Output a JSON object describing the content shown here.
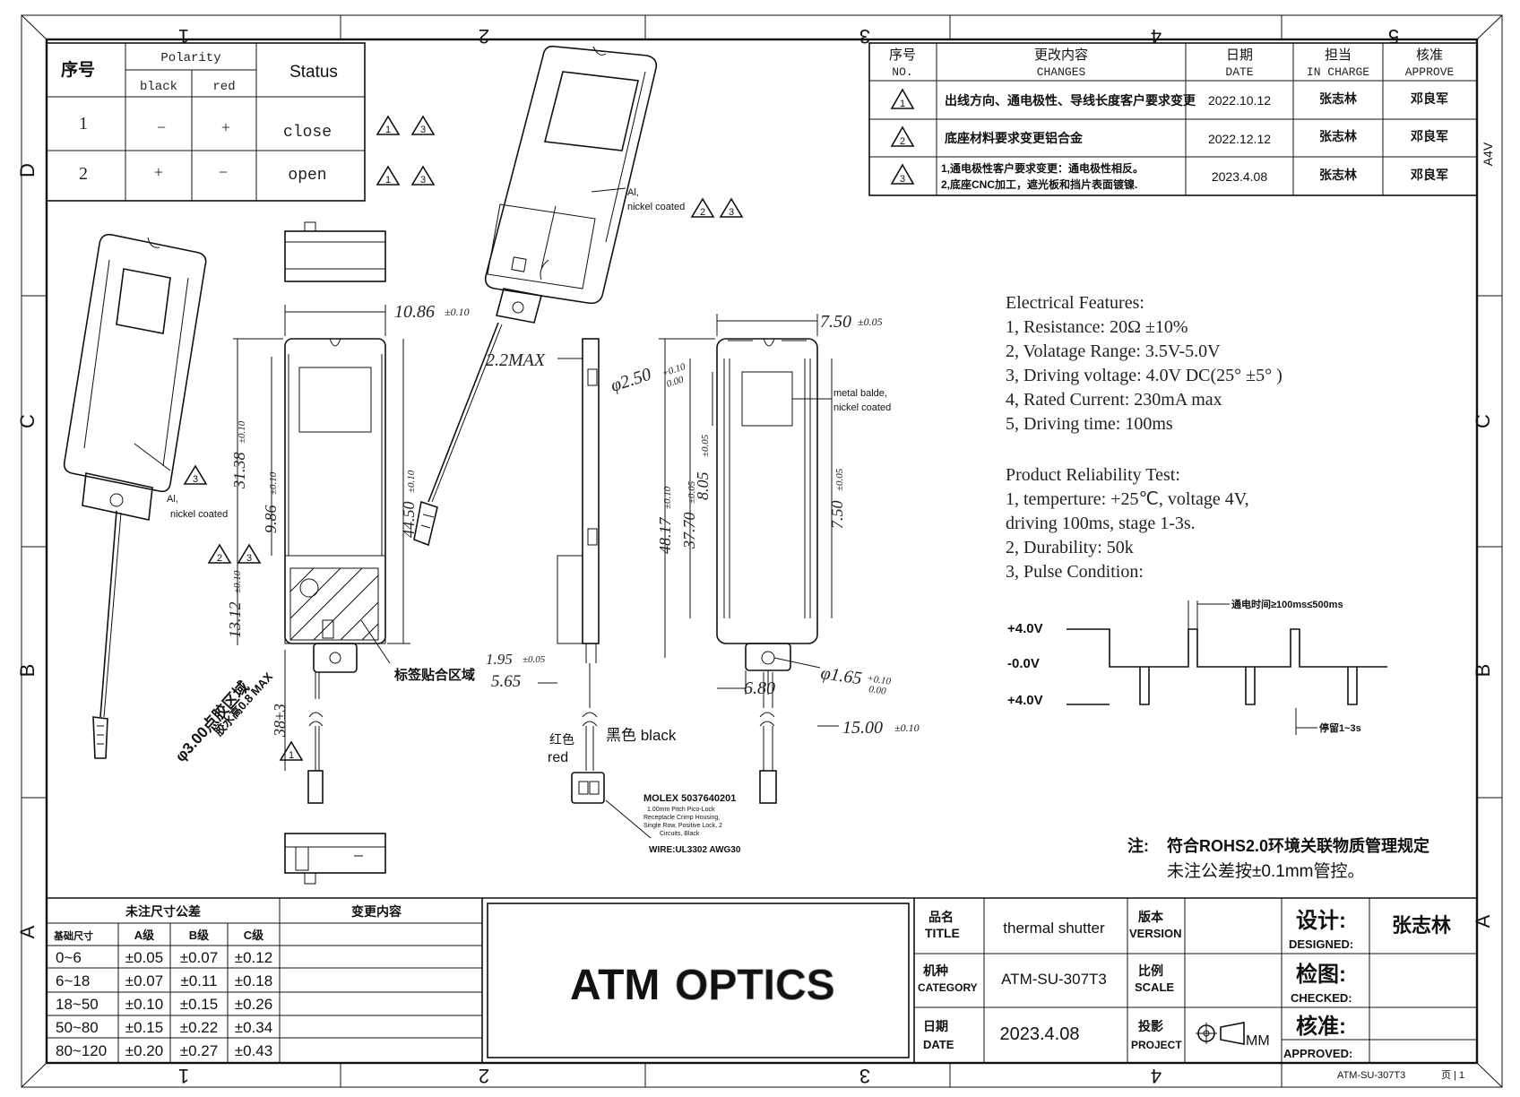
{
  "zones": {
    "top": [
      "1",
      "2",
      "3",
      "4",
      "5"
    ],
    "bottom": [
      "1",
      "2",
      "3",
      "4"
    ],
    "left": [
      "D",
      "C",
      "B",
      "A"
    ],
    "right": [
      "A4V",
      "C",
      "B",
      "A"
    ]
  },
  "polarity_table": {
    "h_no": "序号",
    "h_polarity": "Polarity",
    "h_black": "black",
    "h_red": "red",
    "h_status": "Status",
    "rows": [
      {
        "no": "1",
        "black": "−",
        "red": "+",
        "status": "close"
      },
      {
        "no": "2",
        "black": "+",
        "red": "−",
        "status": "open"
      }
    ]
  },
  "revision_table": {
    "h_no_cn": "序号",
    "h_no_en": "NO.",
    "h_change_cn": "更改内容",
    "h_change_en": "CHANGES",
    "h_date_cn": "日期",
    "h_date_en": "DATE",
    "h_charge_cn": "担当",
    "h_charge_en": "IN CHARGE",
    "h_approve_cn": "核准",
    "h_approve_en": "APPROVE",
    "rows": [
      {
        "no": "1",
        "change": "出线方向、通电极性、导线长度客户要求变更",
        "change2": "",
        "date": "2022.10.12",
        "charge": "张志林",
        "approve": "邓良军"
      },
      {
        "no": "2",
        "change": "底座材料要求变更铝合金",
        "change2": "",
        "date": "2022.12.12",
        "charge": "张志林",
        "approve": "邓良军"
      },
      {
        "no": "3",
        "change": "1,通电极性客户要求变更：通电极性相反。",
        "change2": "2,底座CNC加工，遮光板和挡片表面镀镍.",
        "date": "2023.4.08",
        "charge": "张志林",
        "approve": "邓良军"
      }
    ]
  },
  "annotations": {
    "al_nickel_1": "Al,",
    "al_nickel_2": "nickel coated",
    "metal_1": "metal balde,",
    "metal_2": "nickel coated",
    "label_area": "标签贴合区域",
    "glue_1": "φ3.00点胶区域",
    "glue_2": "胶水高0.8 MAX",
    "red_cn": "红色",
    "red_en": "red",
    "black_label": "黑色 black",
    "molex_1": "MOLEX 5037640201",
    "molex_2": "1.00mm Pitch Pico-Lock",
    "molex_3": "Receptacle Crimp Housing,",
    "molex_4": "Single Row, Positive Lock, 2",
    "molex_5": "Circuits, Black",
    "wire": "WIRE:UL3302 AWG30"
  },
  "dimensions": {
    "d1": "10.86",
    "d1t": "±0.10",
    "d2": "2.2MAX",
    "d3": "φ2.50",
    "d3t1": "+0.10",
    "d3t2": "0.00",
    "d4": "7.50",
    "d4t": "±0.05",
    "d5": "31.38",
    "d5t": "±0.10",
    "d6": "9.86",
    "d6t": "±0.10",
    "d7": "44.50",
    "d7t": "±0.10",
    "d8": "13.12",
    "d8t": "±0.10",
    "d9": "38±3",
    "d10": "1.95",
    "d10t": "±0.05",
    "d11": "5.65",
    "d12": "48.17",
    "d12t": "±0.10",
    "d13": "37.70",
    "d13t": "±0.05",
    "d14": "8.05",
    "d14t": "±0.05",
    "d15": "7.50",
    "d15t": "±0.05",
    "d16": "6.80",
    "d17": "φ1.65",
    "d17t1": "+0.10",
    "d17t2": "0.00",
    "d18": "15.00",
    "d18t": "±0.10"
  },
  "electrical": {
    "title": "Electrical Features:",
    "items": [
      "1, Resistance: 20Ω ±10%",
      "2, Volatage Range: 3.5V-5.0V",
      "3, Driving  voltage: 4.0V DC(25°  ±5°  )",
      "4, Rated Current: 230mA max",
      "5, Driving time: 100ms"
    ]
  },
  "reliability": {
    "title": "Product Reliability Test:",
    "items": [
      "1, temperture: +25℃, voltage  4V,",
      "driving 100ms, stage 1-3s.",
      "2, Durability: 50k",
      "3, Pulse Condition:"
    ]
  },
  "pulse": {
    "v_top": "+4.0V",
    "v_mid": "-0.0V",
    "v_bot": "+4.0V",
    "on_time": "通电时间≥100ms≤500ms",
    "pause": "停留1~3s"
  },
  "notes": {
    "label": "注:",
    "line1": "符合ROHS2.0环境关联物质管理规定",
    "line2": "未注公差按±0.1mm管控。"
  },
  "tolerance_table": {
    "title": "未注尺寸公差",
    "change_header": "变更内容",
    "h_size": "基础尺寸",
    "h_a": "A级",
    "h_b": "B级",
    "h_c": "C级",
    "rows": [
      {
        "r": "0~6",
        "a": "±0.05",
        "b": "±0.07",
        "c": "±0.12"
      },
      {
        "r": "6~18",
        "a": "±0.07",
        "b": "±0.11",
        "c": "±0.18"
      },
      {
        "r": "18~50",
        "a": "±0.10",
        "b": "±0.15",
        "c": "±0.26"
      },
      {
        "r": "50~80",
        "a": "±0.15",
        "b": "±0.22",
        "c": "±0.34"
      },
      {
        "r": "80~120",
        "a": "±0.20",
        "b": "±0.27",
        "c": "±0.43"
      }
    ]
  },
  "logo": {
    "atm": "ATM",
    "optics": "OPTICS",
    "atm_color": "#e0231b",
    "optics_color": "#b9b9b9"
  },
  "title_block": {
    "title_cn": "品名",
    "title_en": "TITLE",
    "title_value": "thermal shutter",
    "version_cn": "版本",
    "version_en": "VERSION",
    "version_value": "",
    "category_cn": "机种",
    "category_en": "CATEGORY",
    "category_value": "ATM-SU-307T3",
    "scale_cn": "比例",
    "scale_en": "SCALE",
    "scale_value": "",
    "date_cn": "日期",
    "date_en": "DATE",
    "date_value": "2023.4.08",
    "project_cn": "投影",
    "project_en": "PROJECT",
    "unit": "MM",
    "designed_cn": "设计:",
    "designed_en": "DESIGNED:",
    "designer": "张志林",
    "checked_cn": "检图:",
    "checked_en": "CHECKED:",
    "approved_cn": "核准:",
    "approved_en": "APPROVED:",
    "drawing_no": "ATM-SU-307T3",
    "page": "页 | 1"
  }
}
